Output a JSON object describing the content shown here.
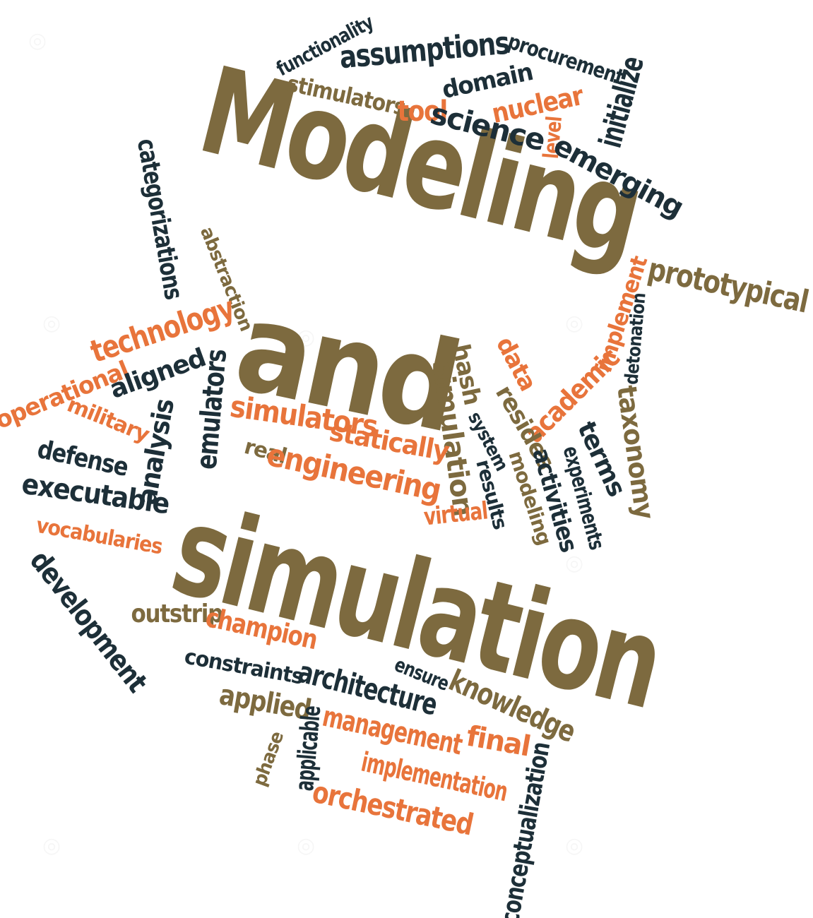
{
  "colors": {
    "olive": "#7d6a3f",
    "navy": "#1d2f38",
    "orange": "#e8743b"
  },
  "words": [
    {
      "text": "Modeling",
      "color": "olive"
    },
    {
      "text": "and",
      "color": "olive"
    },
    {
      "text": "simulation",
      "color": "olive"
    },
    {
      "text": "functionality",
      "color": "navy"
    },
    {
      "text": "assumptions",
      "color": "navy"
    },
    {
      "text": "procurement",
      "color": "navy"
    },
    {
      "text": "initialize",
      "color": "navy"
    },
    {
      "text": "domain",
      "color": "navy"
    },
    {
      "text": "stimulators",
      "color": "olive"
    },
    {
      "text": "tool",
      "color": "orange"
    },
    {
      "text": "science",
      "color": "navy"
    },
    {
      "text": "nuclear",
      "color": "orange"
    },
    {
      "text": "level",
      "color": "orange"
    },
    {
      "text": "emerging",
      "color": "navy"
    },
    {
      "text": "categorizations",
      "color": "navy"
    },
    {
      "text": "abstraction",
      "color": "olive"
    },
    {
      "text": "prototypical",
      "color": "olive"
    },
    {
      "text": "implement",
      "color": "orange"
    },
    {
      "text": "detonation",
      "color": "navy"
    },
    {
      "text": "technology",
      "color": "orange"
    },
    {
      "text": "operational",
      "color": "orange"
    },
    {
      "text": "aligned",
      "color": "navy"
    },
    {
      "text": "emulators",
      "color": "navy"
    },
    {
      "text": "hash",
      "color": "olive"
    },
    {
      "text": "data",
      "color": "orange"
    },
    {
      "text": "simulation",
      "color": "olive"
    },
    {
      "text": "academic",
      "color": "orange"
    },
    {
      "text": "taxonomy",
      "color": "olive"
    },
    {
      "text": "terms",
      "color": "navy"
    },
    {
      "text": "resides",
      "color": "olive"
    },
    {
      "text": "system",
      "color": "navy"
    },
    {
      "text": "military",
      "color": "orange"
    },
    {
      "text": "analysis",
      "color": "navy"
    },
    {
      "text": "defense",
      "color": "navy"
    },
    {
      "text": "simulators",
      "color": "orange"
    },
    {
      "text": "statically",
      "color": "orange"
    },
    {
      "text": "real",
      "color": "olive"
    },
    {
      "text": "engineering",
      "color": "orange"
    },
    {
      "text": "experiments",
      "color": "navy"
    },
    {
      "text": "modeling",
      "color": "olive"
    },
    {
      "text": "activities",
      "color": "navy"
    },
    {
      "text": "results",
      "color": "navy"
    },
    {
      "text": "executable",
      "color": "navy"
    },
    {
      "text": "virtual",
      "color": "orange"
    },
    {
      "text": "vocabularies",
      "color": "orange"
    },
    {
      "text": "development",
      "color": "navy"
    },
    {
      "text": "outstrip",
      "color": "olive"
    },
    {
      "text": "champion",
      "color": "orange"
    },
    {
      "text": "constraints",
      "color": "navy"
    },
    {
      "text": "ensure",
      "color": "navy"
    },
    {
      "text": "architecture",
      "color": "navy"
    },
    {
      "text": "knowledge",
      "color": "olive"
    },
    {
      "text": "applied",
      "color": "olive"
    },
    {
      "text": "management",
      "color": "orange"
    },
    {
      "text": "final",
      "color": "orange"
    },
    {
      "text": "applicable",
      "color": "navy"
    },
    {
      "text": "phase",
      "color": "olive"
    },
    {
      "text": "implementation",
      "color": "orange"
    },
    {
      "text": "orchestrated",
      "color": "orange"
    },
    {
      "text": "conceptualization",
      "color": "navy"
    }
  ]
}
